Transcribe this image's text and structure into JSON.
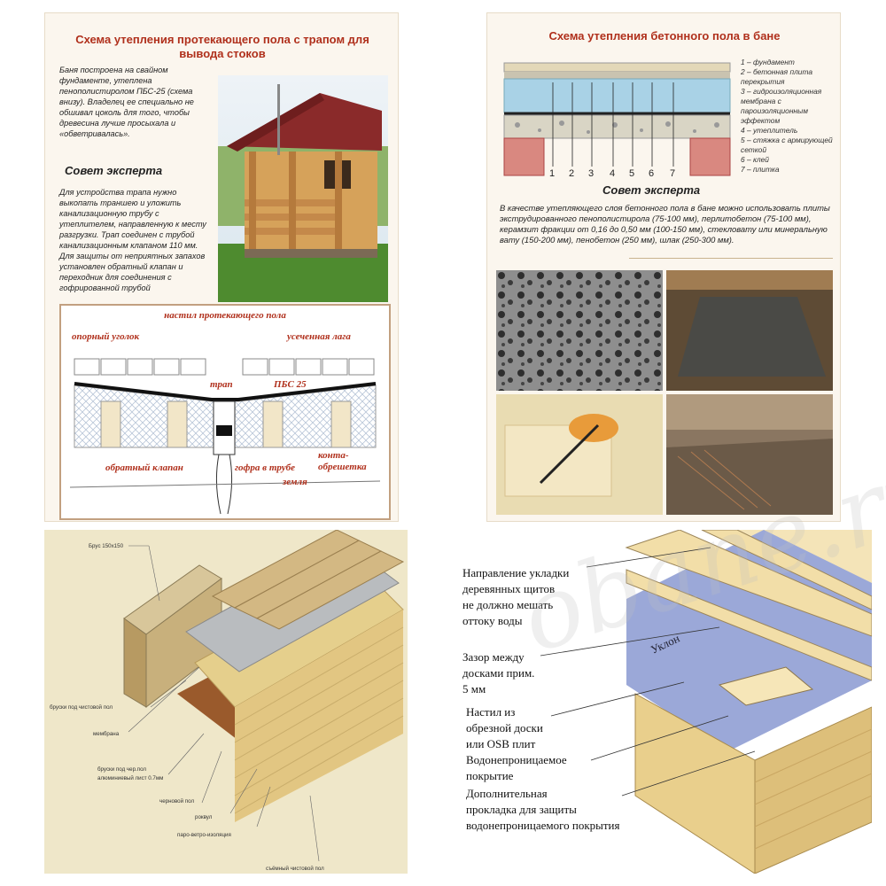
{
  "panel1": {
    "title": "Схема утепления протекающего пола с трапом для вывода стоков",
    "intro": "Баня построена на свайном фундаменте, утеплена пенополистиролом ПБС-25 (схема внизу). Владелец ее специально не обшивал цоколь для того, чтобы древесина лучше просыхала и «обветривалась».",
    "expert_heading": "Совет эксперта",
    "expert_text": "Для устройства трапа нужно выкопать траншею и уложить канализационную трубу с утеплителем, направленную к месту разгрузки. Трап соединен с трубой канализационным клапаном 110 мм. Для защиты от неприятных запахов установлен обратный клапан и переходник для соединения с гофрированной трубой",
    "diagram_title": "настил протекающего пола",
    "labels": {
      "corner": "опорный уголок",
      "joist": "усеченная лага",
      "drain": "трап",
      "pbs": "ПБС 25",
      "valve": "обратный клапан",
      "gofra": "гофра в трубе",
      "counter1": "конта-",
      "counter2": "обрешетка",
      "ground": "земля"
    }
  },
  "panel2": {
    "title": "Схема утепления бетонного пола в бане",
    "numbers": [
      "1",
      "2",
      "3",
      "4",
      "5",
      "6",
      "7"
    ],
    "legend": [
      "1 – фундамент",
      "2 – бетонная плита перекрытия",
      "3 – гидроизоляционная мембрана с пароизоляционным эффектом",
      "4 – утеплитель",
      "5 – стяжка с армирующей сеткой",
      "6 – клей",
      "7 – плитка"
    ],
    "expert_heading": "Совет эксперта",
    "expert_text": "В качестве утепляющего слоя бетонного пола в бане можно использовать плиты экструдированного пенополистирола (75-100 мм), перлитобетон (75-100 мм), керамзит фракции от 0,16 до 0,50 мм (100-150 мм), стекловату или минеральную вату (150-200 мм), пенобетон (250 мм), шлак (250-300 мм)."
  },
  "panel3": {
    "labels": [
      "Брус 150х150",
      "бруски под чистовой пол",
      "мембрана",
      "бруски под чер.пол",
      "алюминиевый лист 0.7мм",
      "черновой пол",
      "роквул",
      "паро-ветро-изоляция",
      "съёмный чистовой пол"
    ]
  },
  "panel4": {
    "labels": [
      "Направление укладки деревянных щитов не должно мешать оттоку воды",
      "Зазор между досками прим. 5 мм",
      "Настил из обрезной доски или OSB плит",
      "Водонепроницаемое покрытие",
      "Дополнительная прокладка для защиты водонепроницаемого покрытия"
    ],
    "slope": "Уклон"
  },
  "colors": {
    "title_red": "#b0301c",
    "panel_bg": "#fbf6ee",
    "membrane_blue": "#9ba8d8",
    "wood": "#e9cf8c"
  }
}
